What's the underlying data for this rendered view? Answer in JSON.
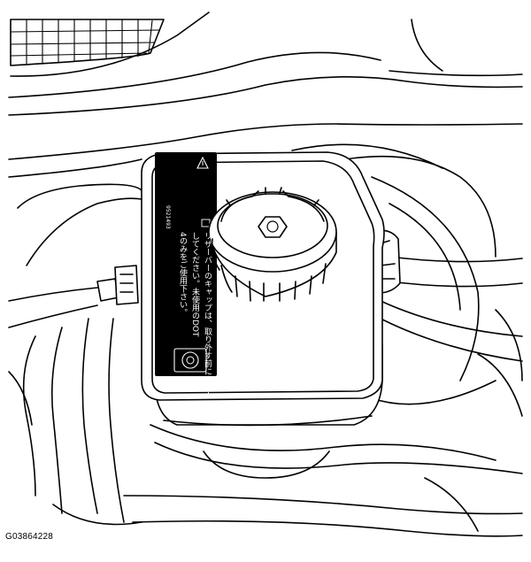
{
  "figure": {
    "reference_code": "G03864228",
    "label": {
      "caution_line_1": "リザーバーのキャップは、取り外す前にクリーニング",
      "caution_line_2": "してください。未使用のDOT",
      "caution_line_3": "4のみをご使用下さい。",
      "part_number": "9521493"
    },
    "icons": [
      "warning-triangle-icon",
      "symbol-icon"
    ]
  }
}
